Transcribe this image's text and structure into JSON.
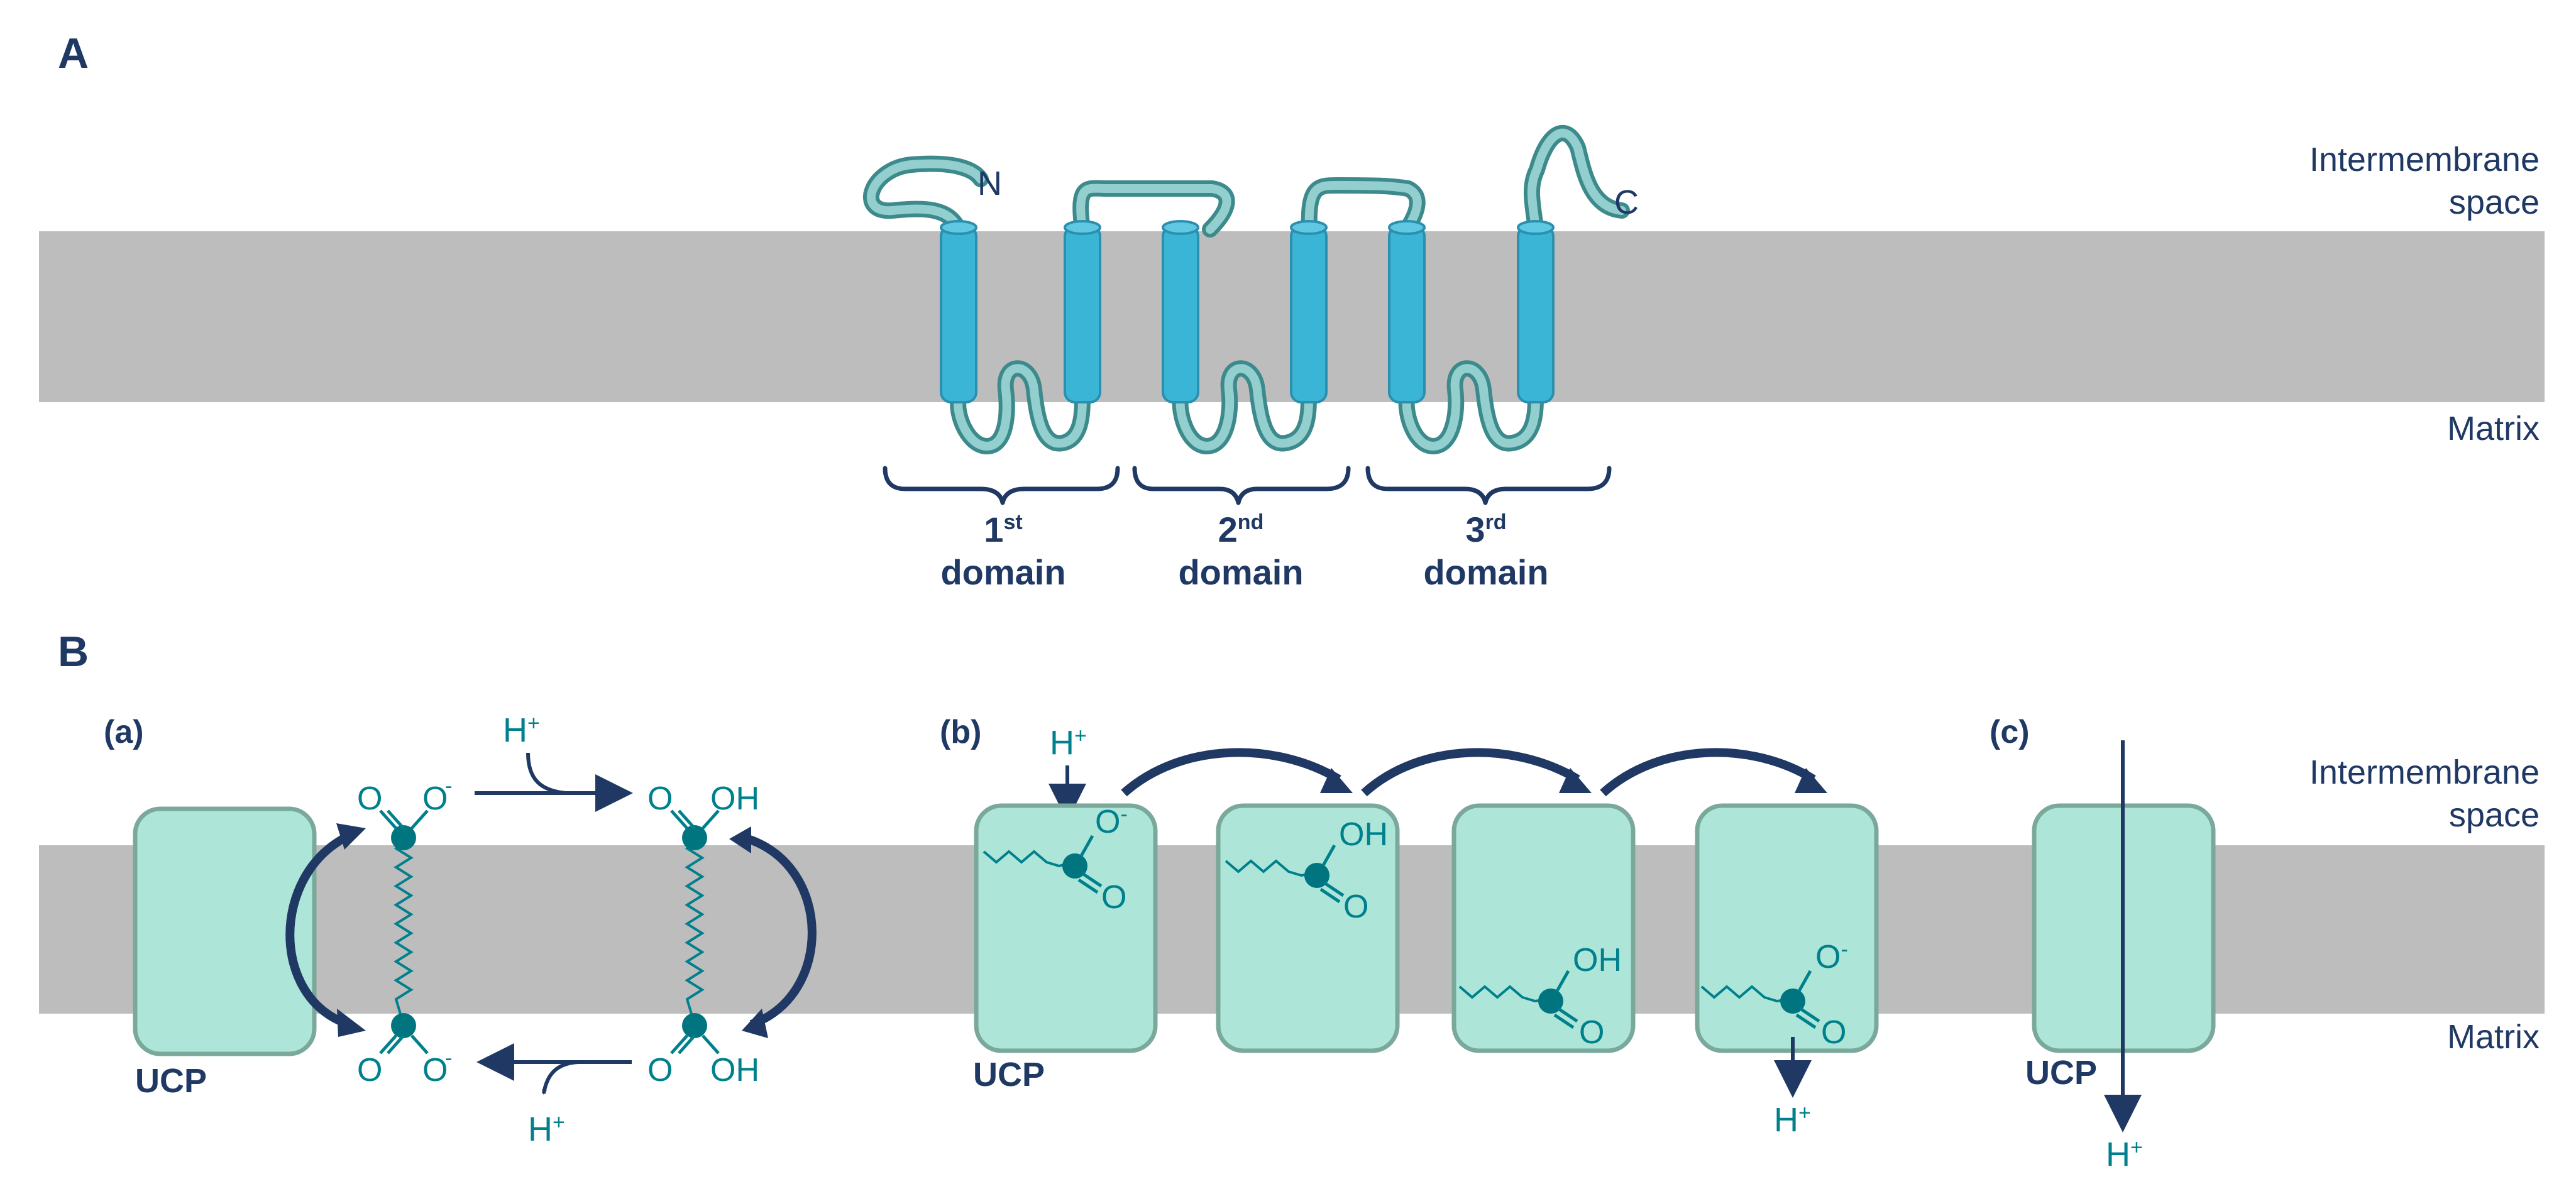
{
  "panel_a": {
    "letter": "A",
    "intermembrane_label_line1": "Intermembrane",
    "intermembrane_label_line2": "space",
    "matrix_label": "Matrix",
    "n_terminus": "N",
    "c_terminus": "C",
    "domains": [
      {
        "number": "1",
        "suffix": "st",
        "word": "domain"
      },
      {
        "number": "2",
        "suffix": "nd",
        "word": "domain"
      },
      {
        "number": "3",
        "suffix": "rd",
        "word": "domain"
      }
    ],
    "colors": {
      "helix": "#3bb5d5",
      "loop": "#3d8a8c",
      "membrane": "#bdbdbd",
      "text": "#1f3864"
    }
  },
  "panel_b": {
    "letter": "B",
    "intermembrane_label_line1": "Intermembrane",
    "intermembrane_label_line2": "space",
    "matrix_label": "Matrix",
    "sub_a": {
      "label": "(a)",
      "ucp": "UCP",
      "top_left": {
        "o1": "O",
        "o2": "O",
        "charge": "-"
      },
      "top_right": {
        "o": "O",
        "oh": "OH"
      },
      "bottom_left": {
        "o1": "O",
        "o2": "O",
        "charge": "-"
      },
      "bottom_right": {
        "o": "O",
        "oh": "OH"
      },
      "h_top": "H",
      "h_bottom": "H",
      "h_charge": "+"
    },
    "sub_b": {
      "label": "(b)",
      "ucp": "UCP",
      "h_top": "H",
      "h_bottom": "H",
      "h_charge": "+",
      "boxes": [
        {
          "upper": "O",
          "upper_charge": "-",
          "lower": "O"
        },
        {
          "upper": "OH",
          "lower": "O"
        },
        {
          "upper": "OH",
          "lower": "O"
        },
        {
          "upper": "O",
          "upper_charge": "-",
          "lower": "O"
        }
      ]
    },
    "sub_c": {
      "label": "(c)",
      "ucp": "UCP",
      "h": "H",
      "h_charge": "+"
    },
    "colors": {
      "ucp_fill": "#ade5d8",
      "chem": "#00808c",
      "arrow": "#1f3864"
    }
  }
}
